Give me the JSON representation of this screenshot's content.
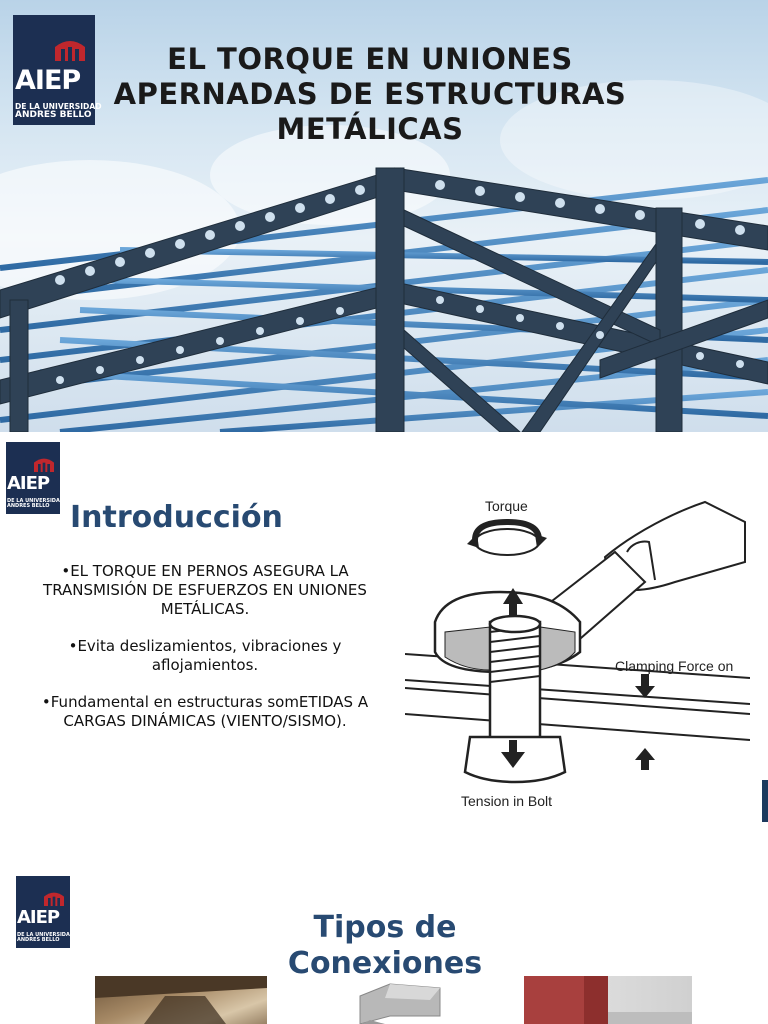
{
  "logo": {
    "text": "AIEP",
    "line1": "DE LA UNIVERSIDAD",
    "line2": "ANDRES BELLO",
    "bg_color": "#1c2f52",
    "accent_color": "#c0272d"
  },
  "slide1": {
    "title": "EL TORQUE EN UNIONES APERNADAS DE ESTRUCTURAS METÁLICAS"
  },
  "slide2": {
    "title": "Introducción",
    "bullets": [
      "•EL TORQUE EN PERNOS ASEGURA LA TRANSMISIÓN DE ESFUERZOS EN UNIONES METÁLICAS.",
      "•Evita deslizamientos, vibraciones y aflojamientos.",
      "•Fundamental en estructuras somETIDAS A CARGAS DINÁMICAS (VIENTO/SISMO)."
    ],
    "diagram": {
      "torque_label": "Torque",
      "clamping_label": "Clamping Force on",
      "tension_label": "Tension in Bolt"
    }
  },
  "slide3": {
    "title": "Tipos de Conexiones"
  },
  "colors": {
    "heading": "#284a72",
    "steel": "#2f4256"
  }
}
